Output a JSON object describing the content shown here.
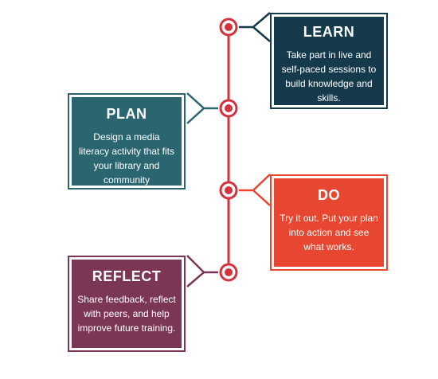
{
  "colors": {
    "timeline": "#d3323f",
    "learn": "#153a4c",
    "plan": "#2b6670",
    "do": "#e74730",
    "reflect": "#7b3656"
  },
  "steps": [
    {
      "title": "LEARN",
      "text": "Take part in live and self-paced sessions to build knowledge and skills."
    },
    {
      "title": "PLAN",
      "text": "Design a media literacy activity that fits your library and community"
    },
    {
      "title": "DO",
      "text": "Try it out. Put your plan into action and see what works."
    },
    {
      "title": "REFLECT",
      "text": "Share feedback, reflect with peers, and help improve future training."
    }
  ]
}
